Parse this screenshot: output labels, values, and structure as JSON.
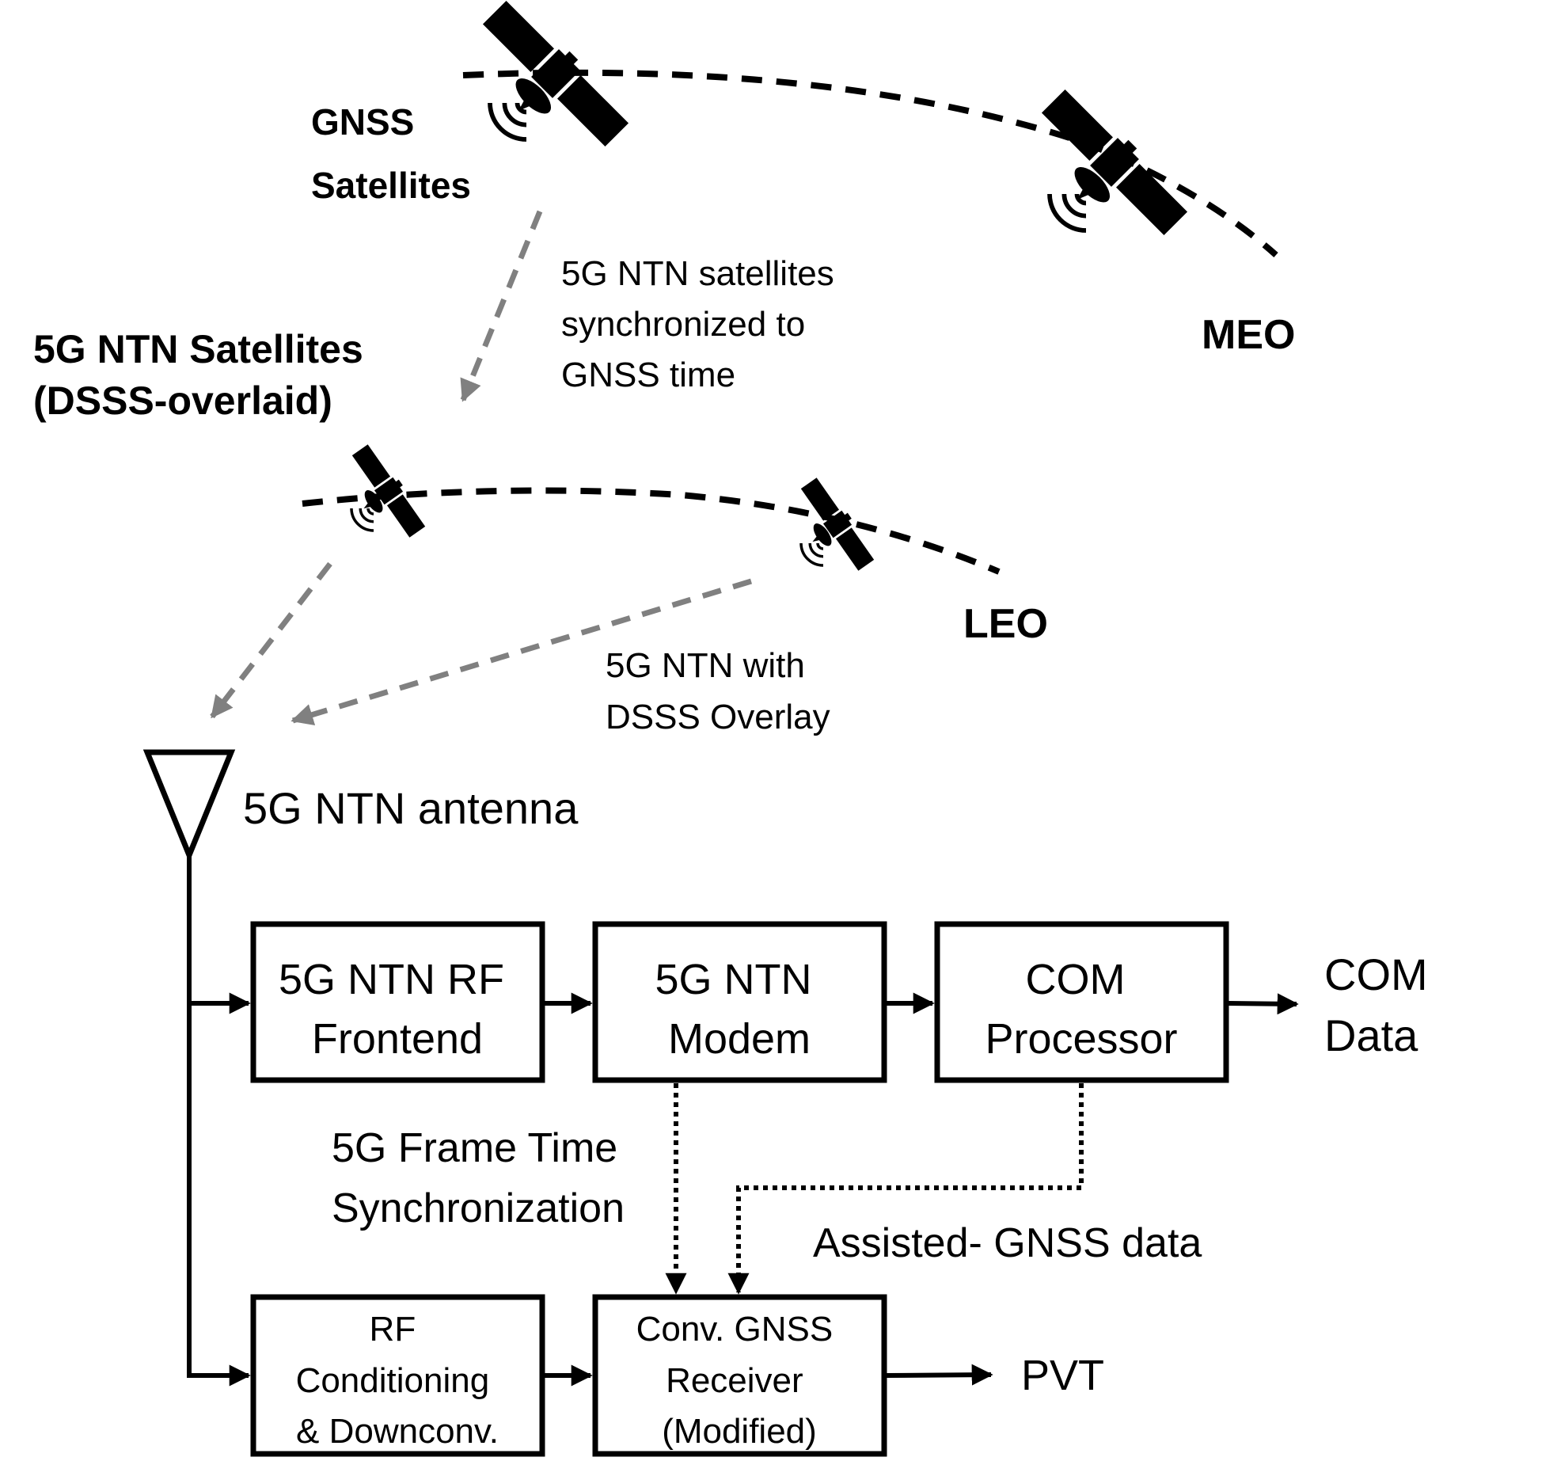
{
  "colors": {
    "foreground": "#000000",
    "link_arrow": "#808080",
    "background": "#ffffff"
  },
  "labels": {
    "gnss_satellites": [
      "GNSS",
      "Satellites"
    ],
    "meo": "MEO",
    "sync_note": [
      "5G NTN satellites",
      "synchronized to",
      "GNSS time"
    ],
    "ntn_satellites": [
      "5G NTN Satellites",
      "(DSSS-overlaid)"
    ],
    "leo": "LEO",
    "overlay_note": [
      "5G NTN with",
      "DSSS Overlay"
    ],
    "antenna": "5G NTN antenna",
    "frame_sync": [
      "5G Frame Time",
      "Synchronization"
    ],
    "assisted_gnss": "Assisted- GNSS data",
    "com_data": [
      "COM",
      "Data"
    ],
    "pvt": "PVT"
  },
  "blocks": {
    "rf_frontend": [
      "5G NTN RF",
      "Frontend"
    ],
    "modem": [
      "5G NTN",
      "Modem"
    ],
    "com_processor": [
      "COM",
      "Processor"
    ],
    "rf_conditioning": [
      "RF",
      "Conditioning",
      "& Downconv."
    ],
    "gnss_receiver": [
      "Conv. GNSS",
      "Receiver",
      "(Modified)"
    ]
  },
  "icons": {
    "satellite": "satellite-icon",
    "antenna": "antenna-icon"
  }
}
